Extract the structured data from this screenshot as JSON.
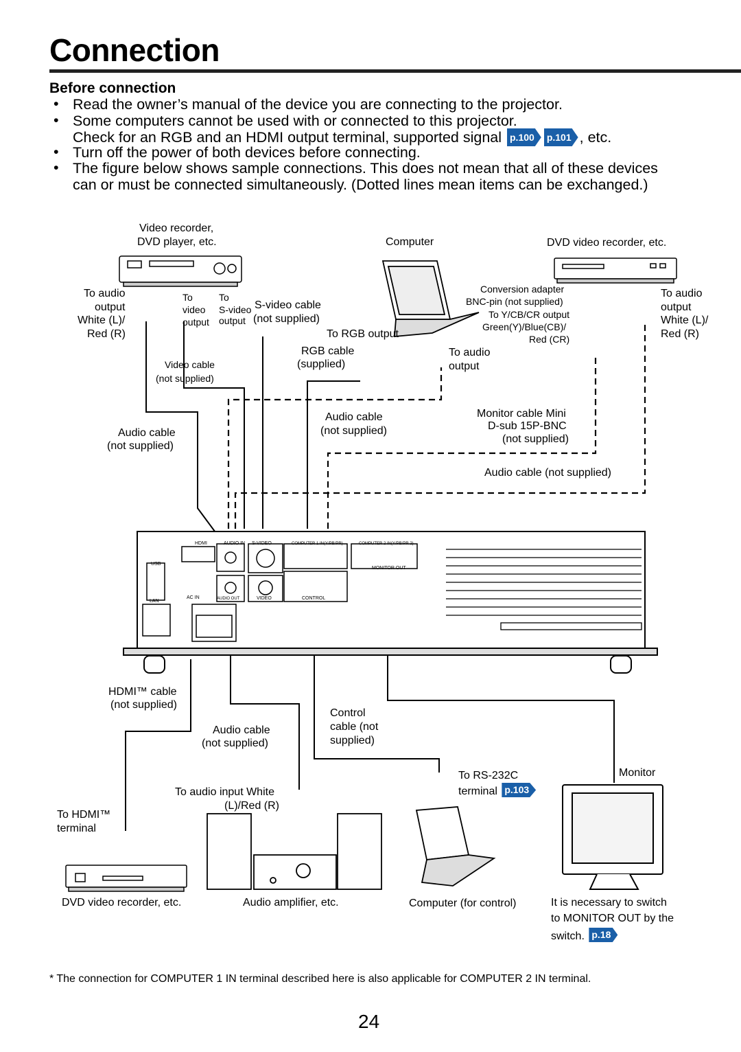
{
  "page": {
    "title": "Connection",
    "section_title": "Before connection",
    "bullets": [
      "Read the owner’s manual of the device you are connecting to the projector.",
      "Some computers cannot be used with or connected to this projector.",
      "Turn off the power of both devices before connecting.",
      "The figure below shows sample connections. This does not mean that all of these devices",
      "can or must be connected simultaneously. (Dotted lines mean items can be exchanged.)"
    ],
    "bullet_cont": "Check for an RGB and an HDMI output terminal, supported signal",
    "badge_p100": "p.100",
    "badge_p101": "p.101",
    "etc": ", etc.",
    "bullet_mark": "•",
    "footnote": "* The connection for COMPUTER 1 IN terminal described here is also applicable for COMPUTER 2 IN terminal.",
    "page_number": "24"
  },
  "diagram": {
    "video_recorder": "Video recorder,",
    "dvd_player": "DVD player, etc.",
    "computer": "Computer",
    "dvd_recorder_top": "DVD video recorder, etc.",
    "to_audio_output_l1": "To audio",
    "to_audio_output_l2": "output",
    "white_l": "White (L)/",
    "red_r": "Red (R)",
    "to": "To",
    "video": "video",
    "output": "output",
    "s_video": "S-video",
    "s_video_cable": "S-video  cable",
    "not_supplied": "(not supplied)",
    "to_rgb_output": "To RGB output",
    "rgb_cable": "RGB cable",
    "supplied": "(supplied)",
    "video_cable": "Video cable",
    "to_audio": "To audio",
    "audio_output": "output",
    "conversion_adapter": "Conversion adapter",
    "bnc_pin": "BNC-pin (not supplied)",
    "to_ycbcr": "To Y/CB/CR output",
    "green_blue": "Green(Y)/Blue(CB)/",
    "red_cr": "Red (CR)",
    "right_to_audio": "To audio",
    "right_output": "output",
    "right_white": "White  (L)/",
    "right_red": "Red (R)",
    "audio_cable": "Audio cable",
    "monitor_cable_l1": "Monitor cable Mini",
    "monitor_cable_l2": "D-sub 15P-BNC",
    "audio_cable_not_supplied": "Audio cable (not supplied)",
    "hdmi_cable": "HDMI™ cable",
    "control": "Control",
    "cable_not": "cable (not",
    "supplied_close": "supplied)",
    "to_rs232c": "To RS-232C",
    "terminal": "terminal",
    "badge_p103": "p.103",
    "monitor": "Monitor",
    "to_audio_input": "To audio input White",
    "l_red_r": "(L)/Red (R)",
    "to_hdmi_l1": "To HDMI™",
    "to_hdmi_l2": "terminal",
    "dvd_recorder_bottom": "DVD video recorder, etc.",
    "audio_amplifier": "Audio amplifier, etc.",
    "computer_control": "Computer (for control)",
    "switch_l1": "It is necessary to switch",
    "switch_l2": "to MONITOR OUT by the",
    "switch_l3": "switch.",
    "badge_p18": "p.18",
    "port_hdmi": "HDMI",
    "port_audio_in": "AUDIO IN",
    "port_svideo": "S-VIDEO",
    "port_comp1": "COMPUTER 1 IN(Y/PB/PR)",
    "port_comp2": "COMPUTER 2 IN(Y/PB/PR 2)",
    "port_usb": "USB",
    "port_lan": "LAN",
    "port_acin": "AC IN",
    "port_audio_out": "AUDIO OUT",
    "port_video": "VIDEO",
    "port_control": "CONTROL",
    "port_monitor_out": "MONITOR OUT"
  }
}
